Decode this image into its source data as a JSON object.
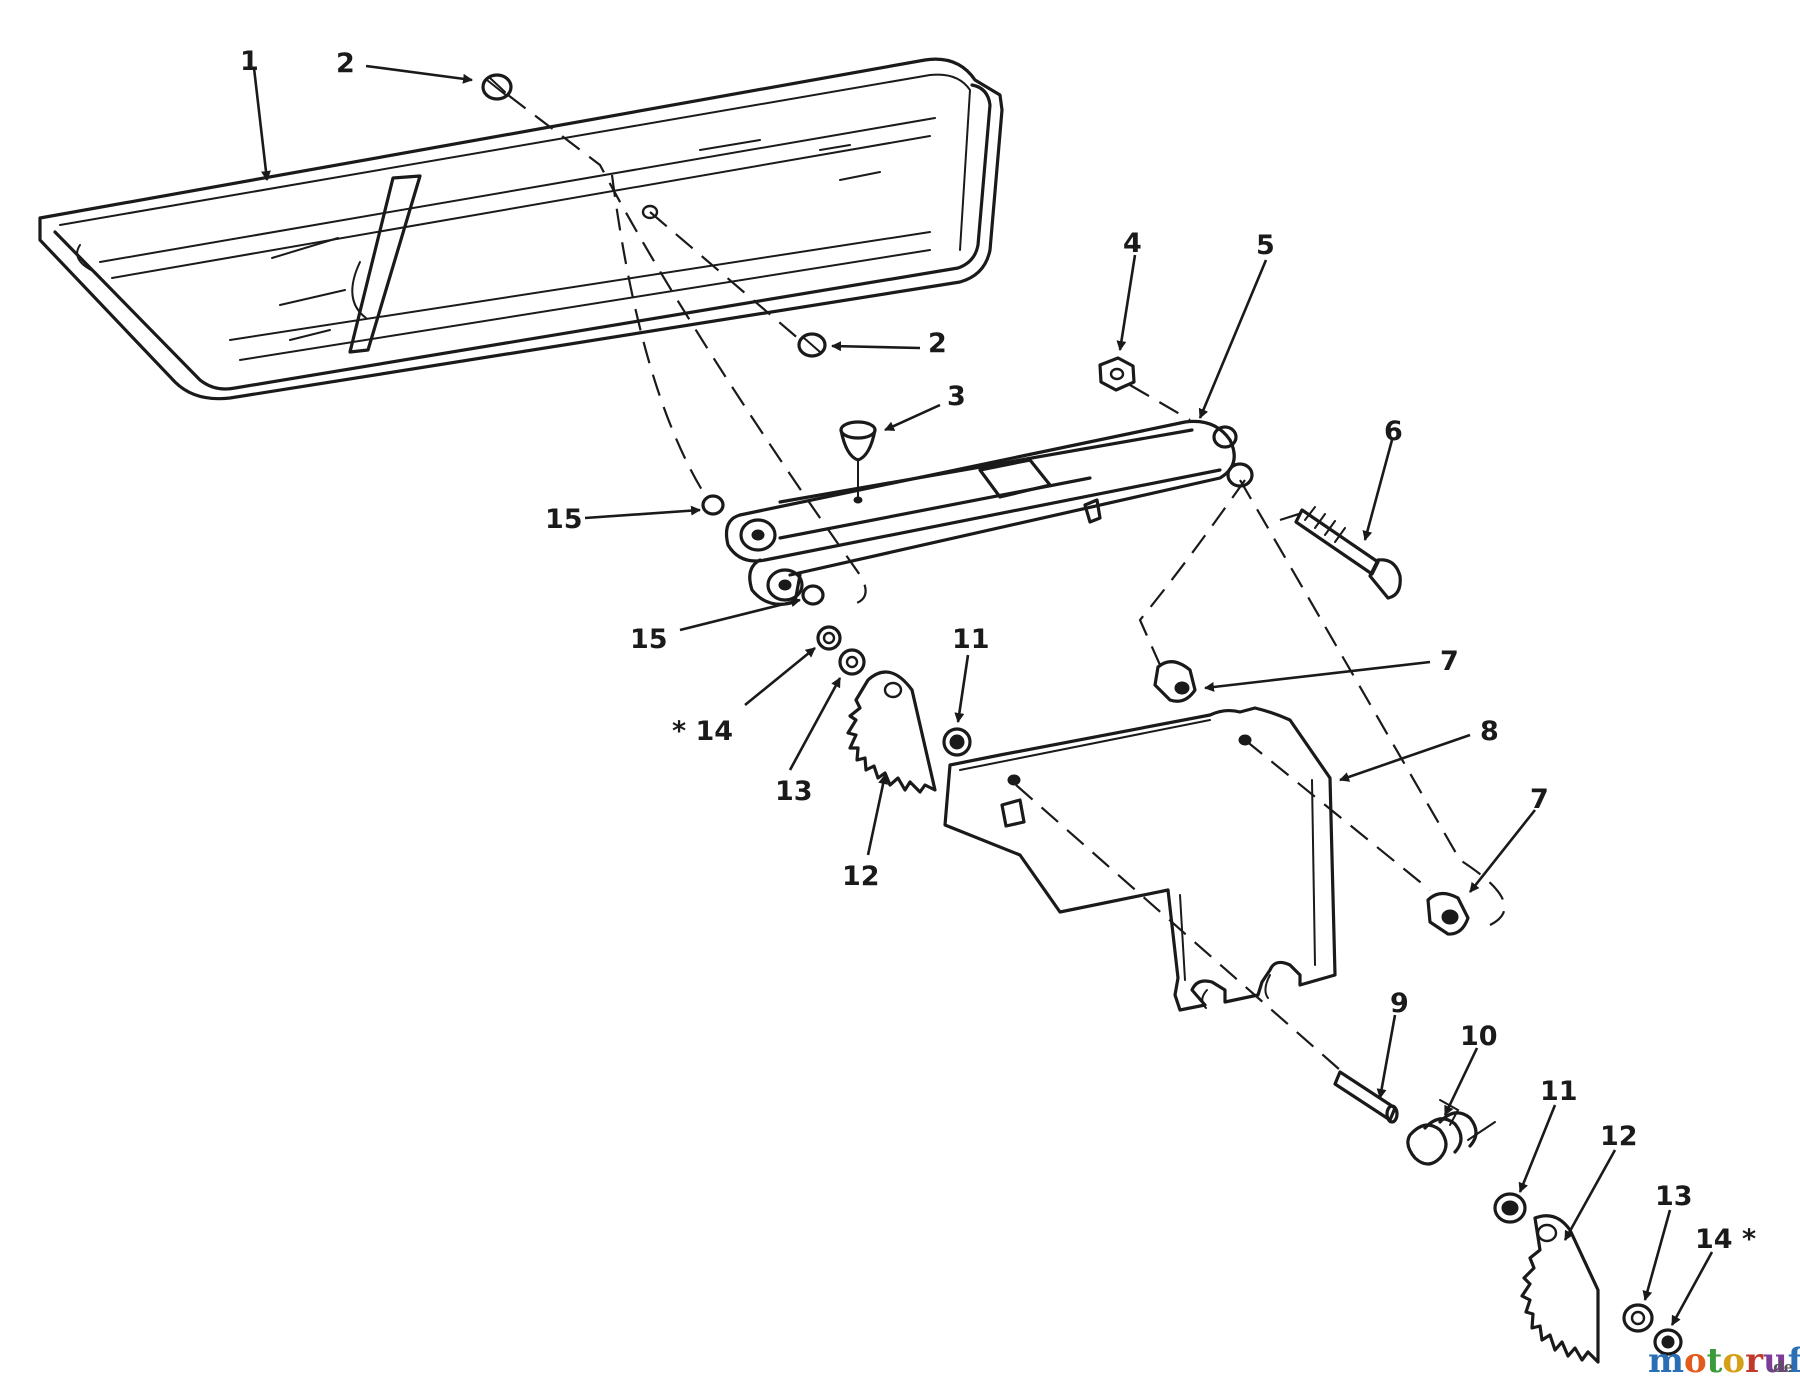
{
  "diagram": {
    "callouts": {
      "c1": "1",
      "c2a": "2",
      "c2b": "2",
      "c3": "3",
      "c4": "4",
      "c5": "5",
      "c6": "6",
      "c7a": "7",
      "c7b": "7",
      "c8": "8",
      "c9": "9",
      "c10": "10",
      "c11a": "11",
      "c11b": "11",
      "c12a": "12",
      "c12b": "12",
      "c13a": "13",
      "c13b": "13",
      "c14a": "* 14",
      "c14b": "14 *",
      "c15a": "15",
      "c15b": "15"
    }
  },
  "watermark": {
    "brand_letters": [
      "m",
      "o",
      "t",
      "o",
      "r",
      "u",
      "f"
    ],
    "brand_colors": [
      "#2a6fb5",
      "#e25a1c",
      "#3a9b3a",
      "#d4a017",
      "#c0392b",
      "#7d3c98",
      "#2a6fb5"
    ],
    "suffix": ".de"
  }
}
